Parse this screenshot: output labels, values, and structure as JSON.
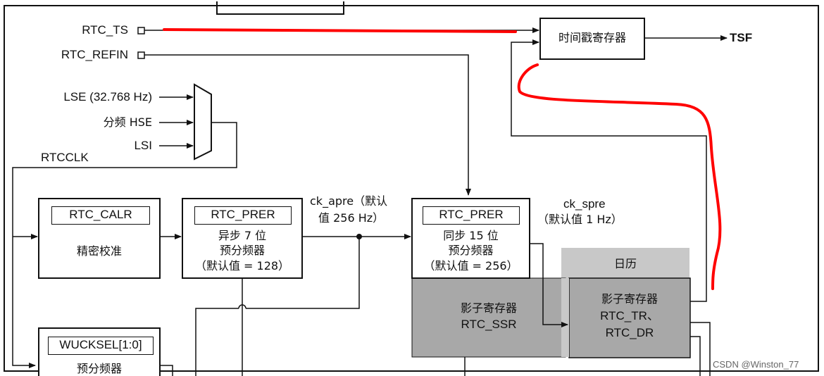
{
  "inputs": {
    "rtc_ts": "RTC_TS",
    "rtc_refin": "RTC_REFIN",
    "lse": "LSE (32.768 Hz)",
    "hse_div": "分频 HSE",
    "lsi": "LSI",
    "rtcclk": "RTCCLK"
  },
  "timestamp": {
    "label": "时间戳寄存器",
    "output": "TSF"
  },
  "calr": {
    "reg": "RTC_CALR",
    "desc": "精密校准"
  },
  "prer_async": {
    "reg": "RTC_PRER",
    "line1": "异步 7 位",
    "line2": "预分频器",
    "line3": "（默认值 = 128）"
  },
  "ck_apre": {
    "line1": "ck_apre（默认",
    "line2": "值 256 Hz）"
  },
  "prer_sync": {
    "reg": "RTC_PRER",
    "line1": "同步 15 位",
    "line2": "预分频器",
    "line3": "（默认值 = 256）"
  },
  "ck_spre": {
    "line1": "ck_spre",
    "line2": "（默认值 1 Hz）"
  },
  "calendar": {
    "label": "日历"
  },
  "shadow_ssr": {
    "line1": "影子寄存器",
    "line2": "RTC_SSR"
  },
  "shadow_tr_dr": {
    "line1": "影子寄存器",
    "line2": "RTC_TR、",
    "line3": "RTC_DR"
  },
  "wucksel": {
    "reg": "WUCKSEL[1:0]",
    "desc": "预分频器"
  },
  "watermark": "CSDN @Winston_77",
  "colors": {
    "line": "#111111",
    "annotation": "#ff0000",
    "shade": "#a8a8a8",
    "calendar_shade": "#c8c8c8"
  }
}
